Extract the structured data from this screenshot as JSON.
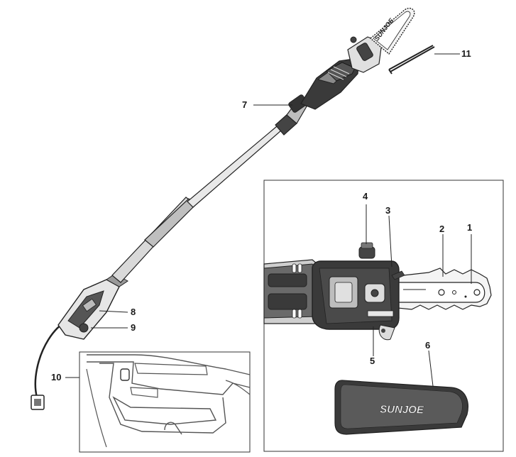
{
  "callouts": {
    "c1": "1",
    "c2": "2",
    "c3": "3",
    "c4": "4",
    "c5": "5",
    "c6": "6",
    "c7": "7",
    "c8": "8",
    "c9": "9",
    "c10": "10",
    "c11": "11"
  },
  "brand": {
    "bar_text": "SUNJOE",
    "cover_text": "SUNJOE"
  },
  "colors": {
    "line": "#1a1a1a",
    "panel_border": "#333333",
    "dark_body": "#3a3a3a",
    "mid_body": "#8a8a8a",
    "light_body": "#d9d9d9"
  }
}
